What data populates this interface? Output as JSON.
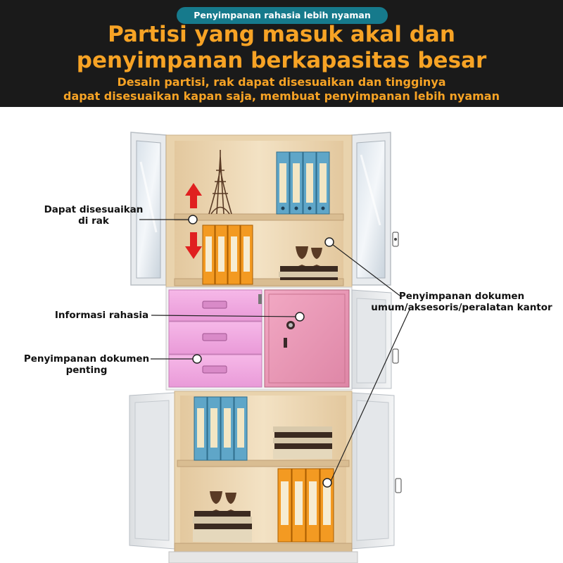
{
  "banner": {
    "tag": "Penyimpanan rahasia lebih nyaman",
    "headline_line1": "Partisi yang masuk akal dan",
    "headline_line2": "penyimpanan berkapasitas besar",
    "subtitle_line1": "Desain partisi, rak dapat disesuaikan dan tingginya",
    "subtitle_line2": "dapat disesuaikan kapan saja, membuat penyimpanan lebih nyaman"
  },
  "callouts": {
    "adjustable_l1": "Dapat disesuaikan",
    "adjustable_l2": "di rak",
    "secret_info": "Informasi rahasia",
    "important_l1": "Penyimpanan dokumen",
    "important_l2": "penting",
    "general_l1": "Penyimpanan dokumen",
    "general_l2": "umum/aksesoris/peralatan kantor"
  },
  "colors": {
    "banner_bg": "#1a1a1a",
    "tag_bg": "#167a8c",
    "headline": "#f7a325",
    "cabinet_interior": "#efd9b4",
    "drawer_pink": "#f2a6e0",
    "safe_pink": "#e58fb0",
    "binder_blue": "#5fa6c8",
    "binder_orange": "#f39a22",
    "arrow_red": "#e02020"
  },
  "icons": [
    "eiffel-tower-decor-icon",
    "wine-glass-icon",
    "book-stack-icon",
    "up-arrow-icon",
    "down-arrow-icon",
    "lock-icon",
    "dial-icon",
    "handle-icon"
  ]
}
